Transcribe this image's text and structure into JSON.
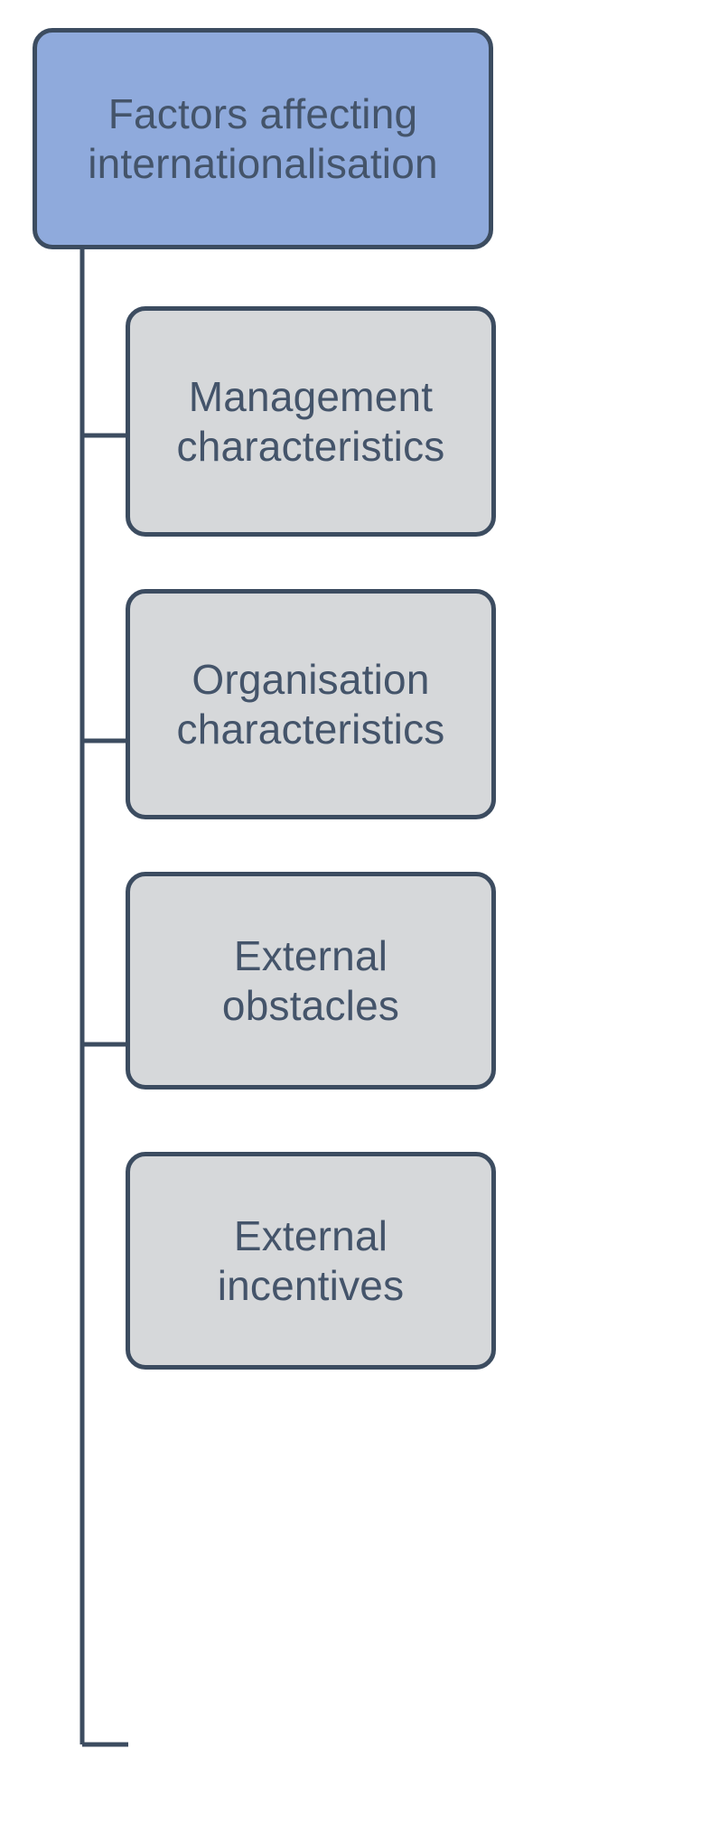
{
  "diagram": {
    "type": "tree-hierarchy",
    "title": "Factors affecting internationalisation",
    "orientation": "vertical-trunk-with-right-branches",
    "colors": {
      "root_fill": "#8FAADC",
      "child_fill": "#D6D8DA",
      "border": "#3C4C60",
      "text": "#44546A",
      "background": "#FFFFFF"
    },
    "root": {
      "id": "factors-affecting-internationalisation",
      "label": "Factors affecting\ninternationalisation"
    },
    "children": [
      {
        "id": "management-characteristics",
        "label": "Management\ncharacteristics"
      },
      {
        "id": "organisation-characteristics",
        "label": "Organisation\ncharacteristics"
      },
      {
        "id": "external-obstacles",
        "label": "External\nobstacles"
      },
      {
        "id": "external-incentives",
        "label": "External\nincentives"
      }
    ]
  }
}
